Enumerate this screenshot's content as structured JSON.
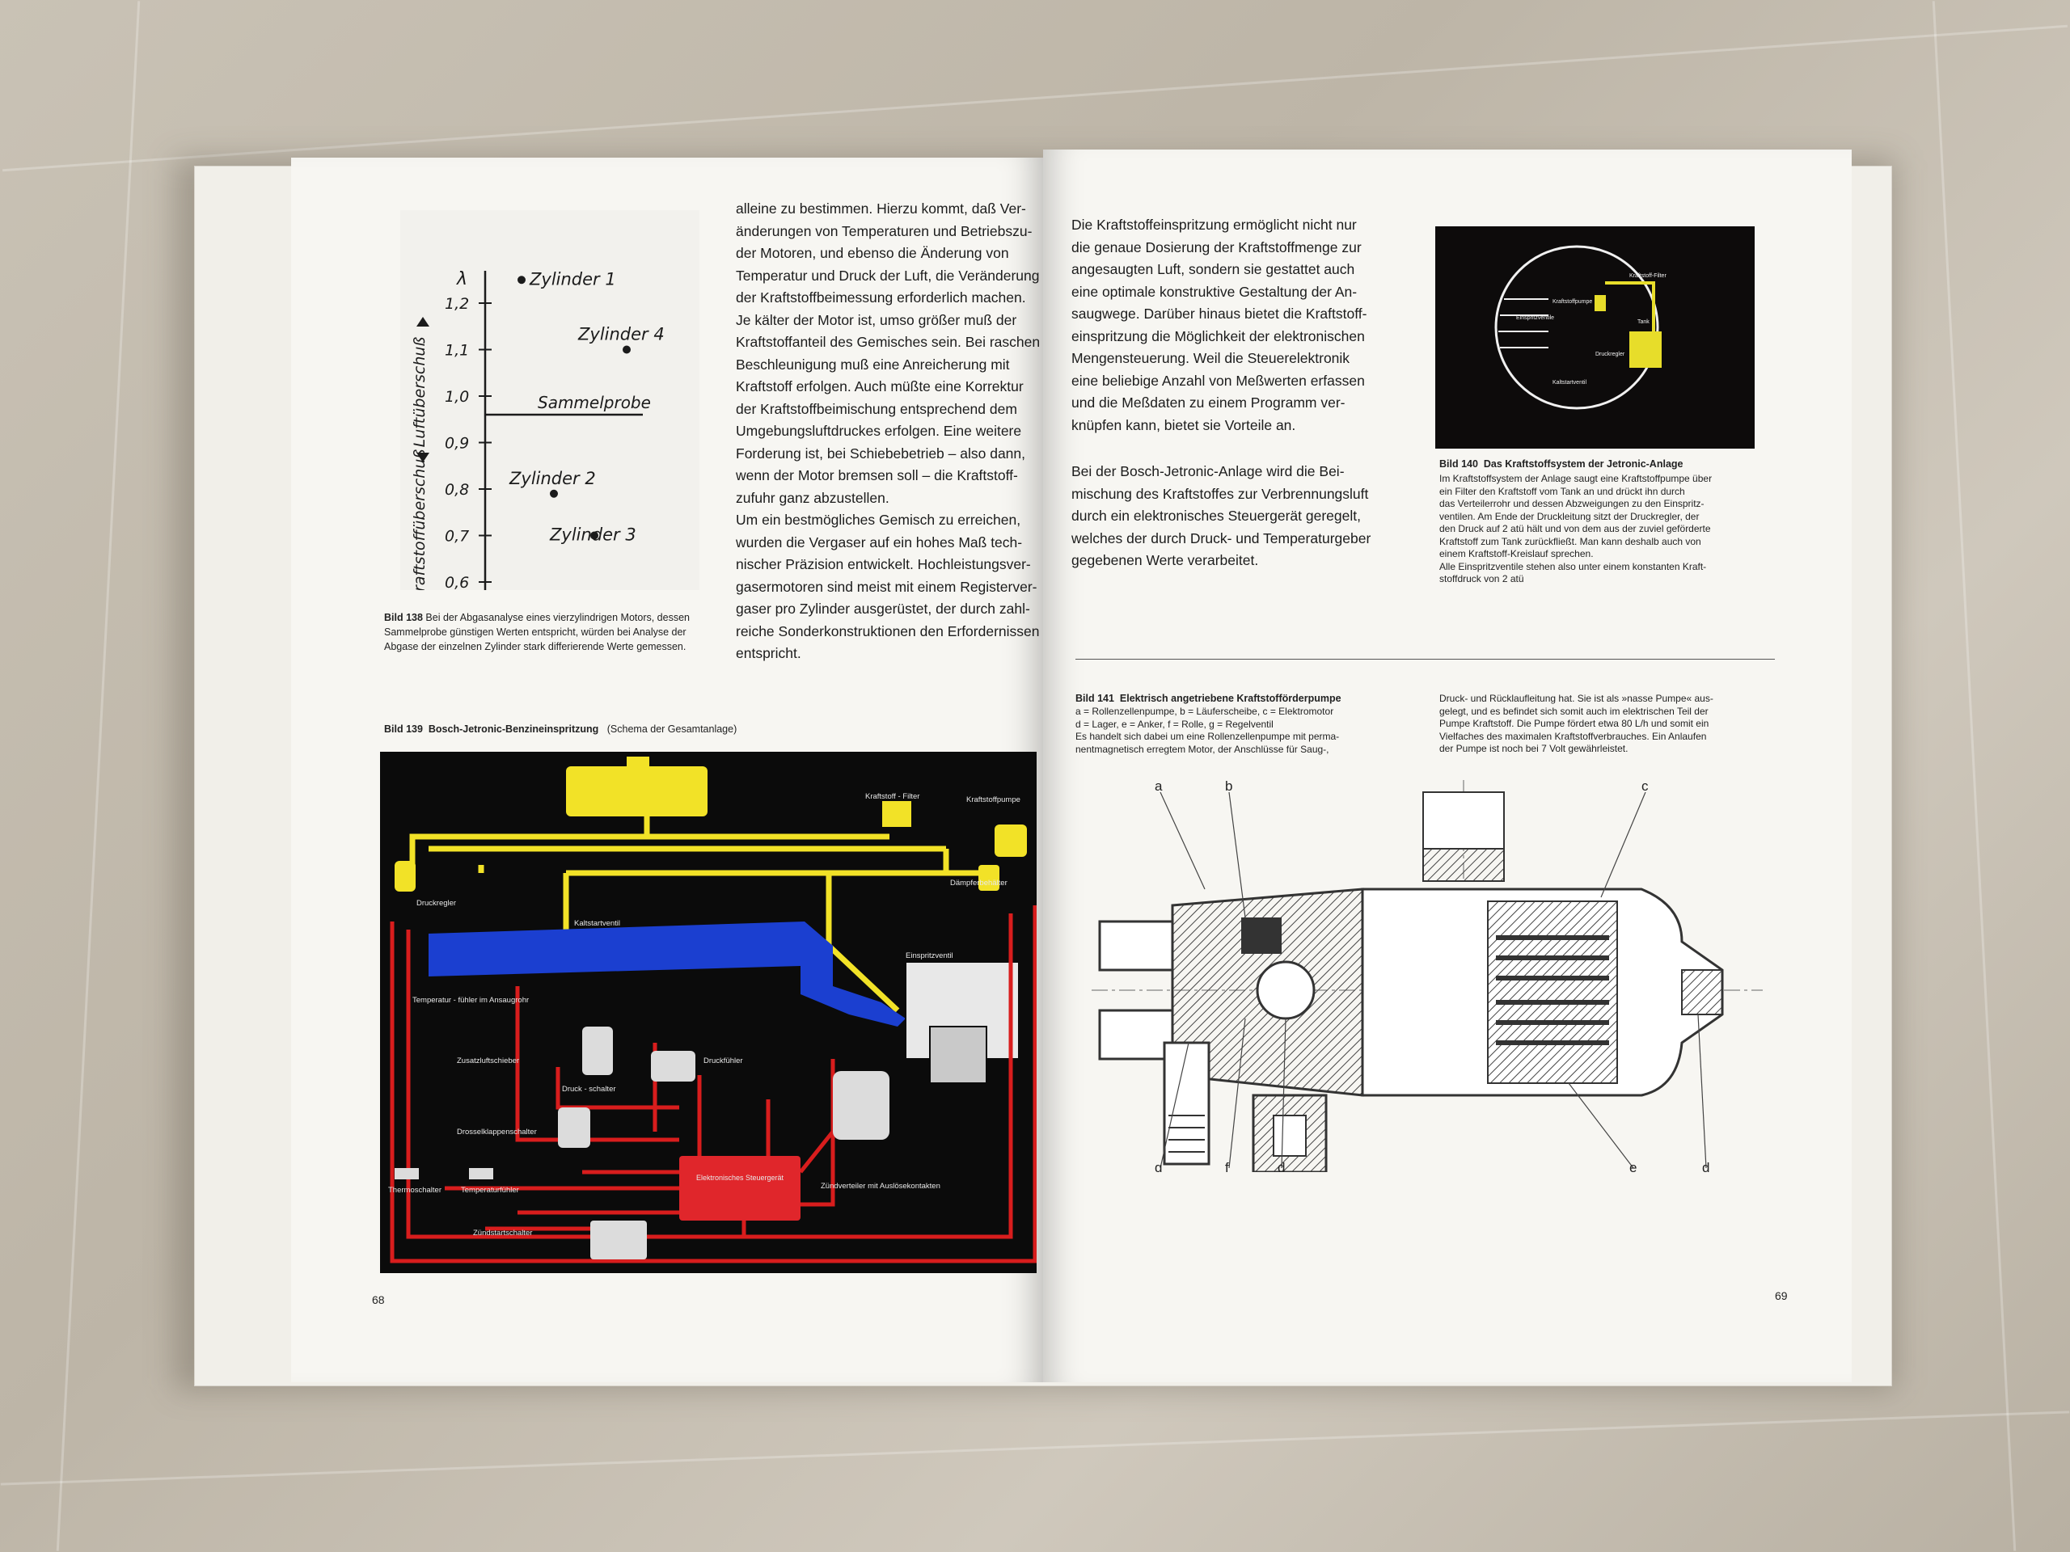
{
  "left_page": {
    "figure138": {
      "chart_data": {
        "type": "scatter",
        "ylabel_top": "Luftüberschuß",
        "ylabel_bottom": "Kraftstoffüberschuß",
        "y_symbol": "λ",
        "y_ticks": [
          "1,2",
          "1,1",
          "1,0",
          "0,9",
          "0,8",
          "0,7",
          "0,6"
        ],
        "ylim": [
          0.6,
          1.25
        ],
        "points": [
          {
            "name": "Zylinder 1",
            "y": 1.25
          },
          {
            "name": "Zylinder 4",
            "y": 1.1
          },
          {
            "name": "Zylinder 2",
            "y": 0.79
          },
          {
            "name": "Zylinder 3",
            "y": 0.7
          }
        ],
        "reference_line": {
          "name": "Sammelprobe",
          "y": 0.96
        }
      },
      "caption_label": "Bild 138",
      "caption_text": "Bei der Abgasanalyse eines vierzylindrigen Motors, dessen Sammelprobe günstigen Werten entspricht, würden bei Analyse der Abgase der einzelnen Zylinder stark differierende Werte gemessen."
    },
    "body_text": "alleine zu bestimmen. Hierzu kommt, daß Ver-\nänderungen von Temperaturen und Betriebszu-\nder Motoren, und ebenso die Änderung von\nTemperatur und Druck der Luft, die Veränderung\nder Kraftstoffbeimessung erforderlich machen.\nJe kälter der Motor ist, umso größer muß der\nKraftstoffanteil des Gemisches sein. Bei raschen\nBeschleunigung muß eine Anreicherung mit\nKraftstoff erfolgen. Auch müßte eine Korrektur\nder Kraftstoffbeimischung entsprechend dem\nUmgebungsluftdruckes erfolgen. Eine weitere\nForderung ist, bei Schiebebetrieb – also dann,\nwenn der Motor bremsen soll – die Kraftstoff-\nzufuhr ganz abzustellen.\nUm ein bestmögliches Gemisch zu erreichen,\nwurden die Vergaser auf ein hohes Maß tech-\nnischer Präzision entwickelt. Hochleistungsver-\ngasermotoren sind meist mit einem Registerver-\ngaser pro Zylinder ausgerüstet, der durch zahl-\nreiche Sonderkonstruktionen den Erfordernissen\nentspricht.",
    "figure139": {
      "caption_label": "Bild 139",
      "caption_title": "Bosch-Jetronic-Benzineinspritzung",
      "caption_sub": "(Schema der Gesamtanlage)",
      "labels": {
        "filter": "Kraftstoff - Filter",
        "pump": "Kraftstoffpumpe",
        "regulator": "Druckregler",
        "damper": "Dämpferbehälter",
        "cold_start": "Kaltstartventil",
        "temp_sensor": "Temperatur - fühler im Ansaugrohr",
        "injector": "Einspritzventil",
        "aux_air": "Zusatzluftschieber",
        "pressure_switch": "Druck - schalter",
        "pressure_sensor": "Druckfühler",
        "throttle_switch": "Drosselklappenschalter",
        "ecu": "Elektronisches Steuergerät",
        "distributor": "Zündverteiler mit Auslösekontakten",
        "thermo_switch": "Thermoschalter",
        "temp_sensor2": "Temperaturfühler",
        "ignition": "Zündstartschalter"
      }
    },
    "page_number": "68"
  },
  "right_page": {
    "body_text_1": "Die Kraftstoffeinspritzung ermöglicht nicht nur\ndie genaue Dosierung der Kraftstoffmenge zur\nangesaugten Luft, sondern sie gestattet auch\neine optimale konstruktive Gestaltung der An-\nsaugwege. Darüber hinaus bietet die Kraftstoff-\neinspritzung die Möglichkeit der elektronischen\nMengensteuerung. Weil die Steuerelektronik\neine beliebige Anzahl von Meßwerten erfassen\nund die Meßdaten zu einem Programm ver-\nknüpfen kann, bietet sie Vorteile an.",
    "body_text_2": "Bei der Bosch-Jetronic-Anlage wird die Bei-\nmischung des Kraftstoffes zur Verbrennungsluft\ndurch ein elektronisches Steuergerät geregelt,\nwelches der durch Druck- und Temperaturgeber\ngegebenen Werte verarbeitet.",
    "figure140": {
      "labels": {
        "filter": "Kraftstoff-Filter",
        "pump": "Kraftstoffpumpe",
        "tank": "Tank",
        "injectors": "Einspritzventile",
        "regulator": "Druckregler",
        "cold_start": "Kaltstartventil"
      },
      "caption_label": "Bild 140",
      "caption_title": "Das Kraftstoffsystem der Jetronic-Anlage",
      "caption_text": "Im Kraftstoffsystem der Anlage saugt eine Kraftstoffpumpe über\nein Filter den Kraftstoff vom Tank an und drückt ihn durch\ndas Verteilerrohr und dessen Abzweigungen zu den Einspritz-\nventilen. Am Ende der Druckleitung sitzt der Druckregler, der\nden Druck auf 2 atü hält und von dem aus der zuviel geförderte\nKraftstoff zum Tank zurückfließt. Man kann deshalb auch von\neinem Kraftstoff-Kreislauf sprechen.\nAlle Einspritzventile stehen also unter einem konstanten Kraft-\nstoffdruck von 2 atü"
    },
    "figure141": {
      "caption_label": "Bild 141",
      "caption_title": "Elektrisch angetriebene Kraftstofförderpumpe",
      "caption_text": "a = Rollenzellenpumpe, b = Läuferscheibe, c = Elektromotor\nd = Lager, e = Anker, f = Rolle, g = Regelventil\nEs handelt sich dabei um eine Rollenzellenpumpe mit perma-\nnentmagnetisch erregtem Motor, der Anschlüsse für Saug-,",
      "caption_text_right": "Druck- und Rücklaufleitung hat. Sie ist als »nasse Pumpe« aus-\ngelegt, und es befindet sich somit auch im elektrischen Teil der\nPumpe Kraftstoff. Die Pumpe fördert etwa 80 L/h und somit ein\nVielfaches des maximalen Kraftstoffverbrauches. Ein Anlaufen\nder Pumpe ist noch bei 7 Volt gewährleistet.",
      "letters": {
        "a": "a",
        "b": "b",
        "c": "c",
        "d": "d",
        "e": "e",
        "f": "f",
        "g": "g"
      }
    },
    "page_number": "69"
  },
  "colors": {
    "fuel_line": "#f2e227",
    "intake": "#1b3fd0",
    "wiring": "#d81d1d",
    "ecu": "#e0262b",
    "background_black": "#0b0b0b"
  }
}
